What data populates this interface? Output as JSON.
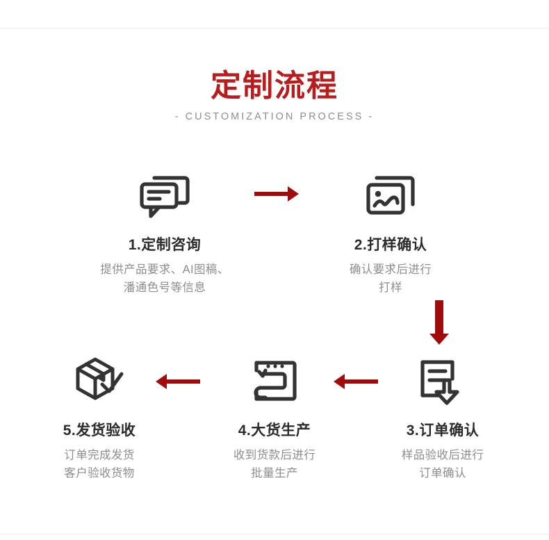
{
  "header": {
    "title": "定制流程",
    "subtitle": "-  CUSTOMIZATION PROCESS  -"
  },
  "colors": {
    "title_red": "#b81d1d",
    "arrow_red": "#a00c0c",
    "icon_dark": "#333333",
    "step_title": "#2b2b2b",
    "step_desc": "#8d8d8d",
    "subtitle": "#8e8e8e",
    "background": "#ffffff",
    "divider": "#ececec"
  },
  "steps": [
    {
      "id": 1,
      "icon": "chat-bubbles-icon",
      "title": "1.定制咨询",
      "desc_lines": [
        "提供产品要求、AI图稿、",
        "潘通色号等信息"
      ]
    },
    {
      "id": 2,
      "icon": "photo-stack-icon",
      "title": "2.打样确认",
      "desc_lines": [
        "确认要求后进行",
        "打样"
      ]
    },
    {
      "id": 3,
      "icon": "document-download-icon",
      "title": "3.订单确认",
      "desc_lines": [
        "样品验收后进行",
        "订单确认"
      ]
    },
    {
      "id": 4,
      "icon": "sewing-machine-icon",
      "title": "4.大货生产",
      "desc_lines": [
        "收到货款后进行",
        "批量生产"
      ]
    },
    {
      "id": 5,
      "icon": "package-check-icon",
      "title": "5.发货验收",
      "desc_lines": [
        "订单完成发货",
        "客户验收货物"
      ]
    }
  ],
  "arrows": [
    {
      "name": "arrow-step1-to-step2",
      "direction": "right"
    },
    {
      "name": "arrow-step2-to-step3",
      "direction": "down"
    },
    {
      "name": "arrow-step3-to-step4",
      "direction": "left"
    },
    {
      "name": "arrow-step4-to-step5",
      "direction": "left"
    }
  ]
}
